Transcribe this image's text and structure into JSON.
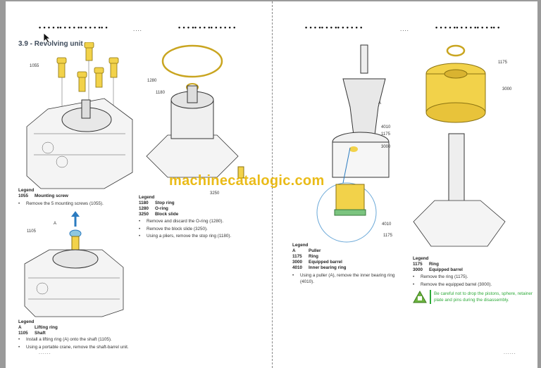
{
  "header": {
    "left_dots": "• •  • • •• • • • •• • • • •• •",
    "left_mid": "....",
    "right_dots1": "• • • •• • • ••  • • • • •",
    "right_dots2": "• •  • • •• • • • •• • • •• •"
  },
  "section_title": "3.9 - Revolving unit",
  "callouts": {
    "c1055": "1055",
    "c1280": "1280",
    "c1180": "1180",
    "c3250": "3250",
    "cA_left": "A",
    "c1105": "1105",
    "cA_right": "A",
    "c4010a": "4010",
    "c1175a": "1175",
    "c3000a": "3000",
    "c4010b": "4010",
    "c1175b": "1175",
    "c1175c": "1175",
    "c3000b": "3000"
  },
  "steps": [
    {
      "legend_title": "Legend",
      "legend": [
        {
          "code": "1055",
          "label": "Mounting screw"
        }
      ],
      "bullets": [
        "Remove the 5 mounting screws (1055)."
      ]
    },
    {
      "legend_title": "Legend",
      "legend": [
        {
          "code": "1180",
          "label": "Stop ring"
        },
        {
          "code": "1280",
          "label": "O-ring"
        },
        {
          "code": "3250",
          "label": "Block slide"
        }
      ],
      "bullets": [
        "Remove and discard the O-ring (1280).",
        "Remove the block slide (3250).",
        "Using a pliers, remove the stop ring (1180)."
      ]
    },
    {
      "legend_title": "Legend",
      "legend": [
        {
          "code": "A",
          "label": "Lifting ring"
        },
        {
          "code": "1105",
          "label": "Shaft"
        }
      ],
      "bullets": [
        "Install a lifting ring (A) onto the shaft (1105).",
        "Using a portable crane, remove the shaft-barrel unit."
      ]
    },
    {
      "legend_title": "Legend",
      "legend": [
        {
          "code": "A",
          "label": "Puller"
        },
        {
          "code": "1175",
          "label": "Ring"
        },
        {
          "code": "3000",
          "label": "Equipped barrel"
        },
        {
          "code": "4010",
          "label": "Inner bearing ring"
        }
      ],
      "bullets": [
        "Using a puller (A), remove the inner bearing ring (4010)."
      ]
    },
    {
      "legend_title": "Legend",
      "legend": [
        {
          "code": "1175",
          "label": "Ring"
        },
        {
          "code": "3000",
          "label": "Equipped barrel"
        }
      ],
      "bullets": [
        "Remove the ring (1175).",
        "Remove the equipped barrel (3000)."
      ]
    }
  ],
  "warning": "Be careful not to drop the pistons, sphere, retainer plate and pins during the disassembly.",
  "watermark": "machinecatalogic.com",
  "footer": {
    "left": "......",
    "right": "......"
  },
  "colors": {
    "part_yellow": "#f2d24a",
    "warning_green": "#2eaa3a",
    "arrow_blue": "#2b7bc0"
  }
}
